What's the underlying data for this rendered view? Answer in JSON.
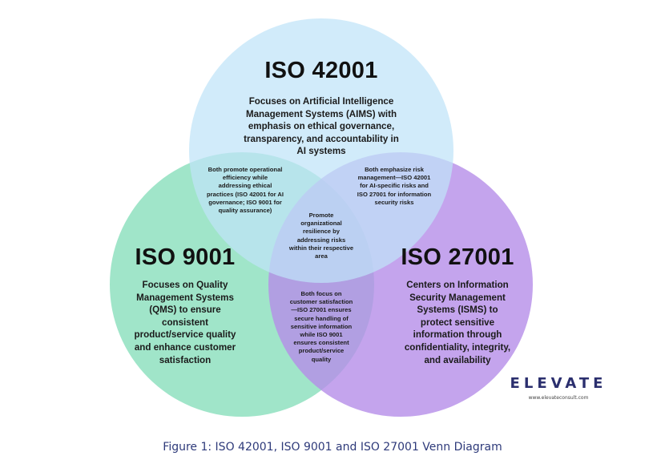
{
  "circles": {
    "iso42001": {
      "title": "ISO 42001",
      "lines": [
        "Focuses on Artificial Intelligence",
        "Management Systems (AIMS) with",
        "emphasis on ethical governance,",
        "transparency, and accountability in",
        "AI systems"
      ],
      "color": "#bfe3f8"
    },
    "iso9001": {
      "title": "ISO 9001",
      "lines": [
        "Focuses on Quality",
        "Management Systems",
        "(QMS) to ensure",
        "consistent",
        "product/service quality",
        "and enhance customer",
        "satisfaction"
      ],
      "color": "#8fe0c0"
    },
    "iso27001": {
      "title": "ISO 27001",
      "lines": [
        "Centers on Information",
        "Security Management",
        "Systems (ISMS) to",
        "protect sensitive",
        "information through",
        "confidentiality, integrity,",
        "and availability"
      ],
      "color": "#b58de8"
    }
  },
  "overlaps": {
    "top_left": [
      "Both promote operational",
      "efficiency while",
      "addressing ethical",
      "practices (ISO 42001 for AI",
      "governance; ISO 9001 for",
      "quality assurance)"
    ],
    "top_right": [
      "Both emphasize risk",
      "management—ISO 42001",
      "for AI-specific risks and",
      "ISO 27001 for information",
      "security risks"
    ],
    "bottom": [
      "Both focus on",
      "customer satisfaction",
      "—ISO 27001 ensures",
      "secure handling of",
      "sensitive information",
      "while ISO 9001",
      "ensures consistent",
      "product/service",
      "quality"
    ],
    "center": [
      "Promote",
      "organizational",
      "resilience by",
      "addressing risks",
      "within their respective",
      "area"
    ]
  },
  "logo": {
    "word": "ELEVATE",
    "url": "www.elevateconsult.com",
    "accent_color": "#2b2f6e"
  },
  "caption": "Figure 1: ISO 42001, ISO 9001 and ISO 27001 Venn Diagram"
}
